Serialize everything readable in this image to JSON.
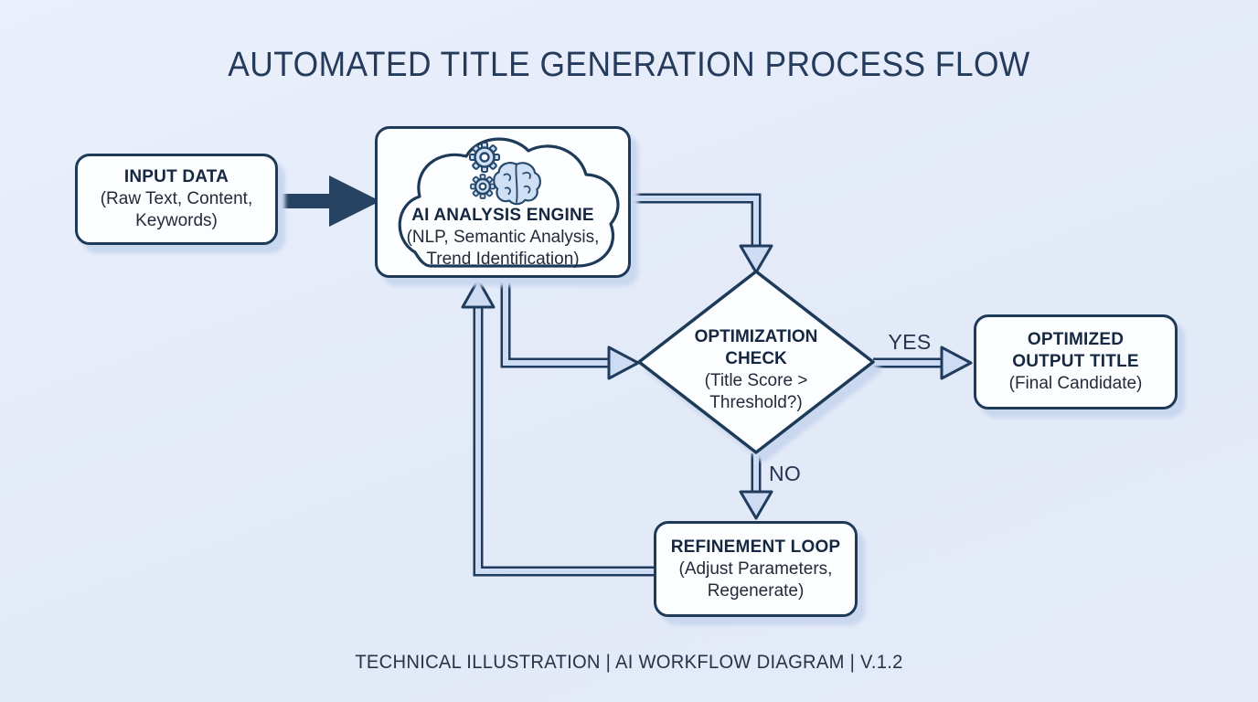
{
  "title": "AUTOMATED TITLE GENERATION PROCESS FLOW",
  "footer": "TECHNICAL ILLUSTRATION | AI WORKFLOW DIAGRAM | V.1.2",
  "labels": {
    "yes": "YES",
    "no": "NO"
  },
  "nodes": {
    "input": {
      "title": "INPUT DATA",
      "line1": "(Raw Text, Content,",
      "line2": "Keywords)"
    },
    "engine": {
      "title": "AI ANALYSIS ENGINE",
      "line1": "(NLP, Semantic Analysis,",
      "line2": "Trend Identification)"
    },
    "decision": {
      "title1": "OPTIMIZATION",
      "title2": "CHECK",
      "line1": "(Title Score >",
      "line2": "Threshold?)"
    },
    "output": {
      "title1": "OPTIMIZED",
      "title2": "OUTPUT TITLE",
      "line1": "(Final Candidate)"
    },
    "refinement": {
      "title": "REFINEMENT LOOP",
      "line1": "(Adjust Parameters,",
      "line2": "Regenerate)"
    }
  },
  "icons": {
    "engine": [
      "cloud-icon",
      "gear-icon",
      "gear-small-icon",
      "brain-icon"
    ]
  },
  "colors": {
    "background": "#e4eaf8",
    "node_fill": "#fcfdff",
    "node_border": "#1e3a59",
    "shadow": "#c9d7ef",
    "connector_fill": "#cddcf3",
    "connector_outline": "#1f3c5e",
    "dark_arrow": "#254263",
    "icon_fill": "#cfe0f6",
    "title_text": "#243b5c",
    "body_text": "#232b3a"
  }
}
